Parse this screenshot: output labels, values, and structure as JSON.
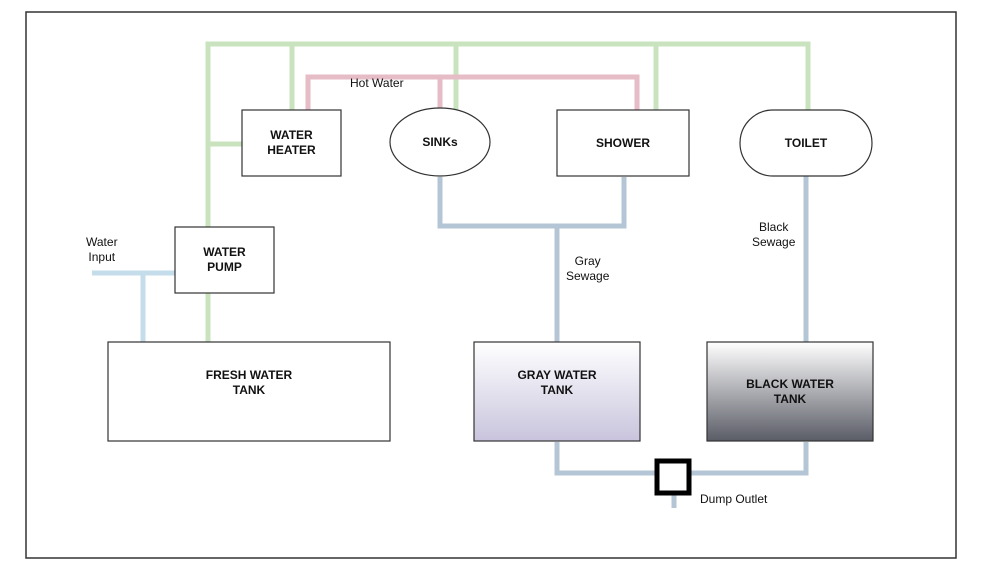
{
  "components": {
    "water_heater": "WATER\nHEATER",
    "sinks": "SINKs",
    "shower": "SHOWER",
    "toilet": "TOILET",
    "water_pump": "WATER\nPUMP",
    "fresh_water_tank": "FRESH WATER\nTANK",
    "gray_water_tank": "GRAY WATER\nTANK",
    "black_water_tank": "BLACK WATER\nTANK"
  },
  "labels": {
    "hot_water": "Hot Water",
    "water_input": "Water\nInput",
    "gray_sewage": "Gray\nSewage",
    "black_sewage": "Black\nSewage",
    "dump_outlet": "Dump Outlet"
  },
  "colors": {
    "fresh_line": "#c9e3bf",
    "hot_line": "#e6bcc6",
    "input_line": "#c5dceb",
    "sewage_line": "#b4c6d6"
  }
}
